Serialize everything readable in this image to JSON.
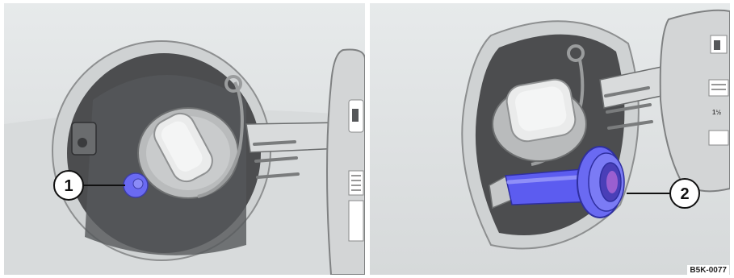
{
  "left_panel": {
    "callout_number": "1"
  },
  "right_panel": {
    "callout_number": "2",
    "flap_marking": "1½"
  },
  "figure_code": "B5K-0077",
  "colors": {
    "panel_bg": "#e3e6e7",
    "accent_part": "#5c5cf0",
    "recess": "#4a4b4d",
    "cap": "#e9eaea"
  }
}
